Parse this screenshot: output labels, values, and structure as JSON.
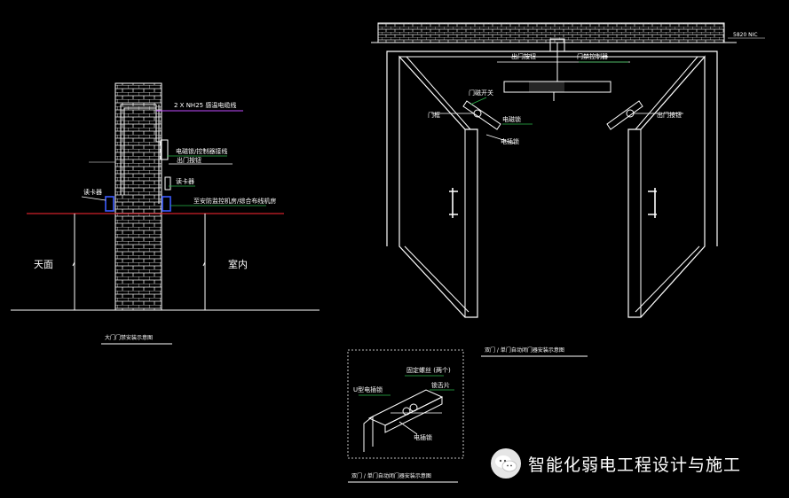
{
  "left_drawing": {
    "top_label": "2 X NH25  感温电缆线",
    "label_1": "电磁锁/控制器接线",
    "label_2": "读卡器",
    "label_3": "读卡器",
    "label_4": "至安防监控机房/综合布线机房",
    "label_5": "出门按钮",
    "label_outside": "天面",
    "label_inside": "室内",
    "caption": "大门门禁安装示意图"
  },
  "right_drawing": {
    "ceiling_label": "5820 NIC",
    "label_top": "门禁控制器",
    "label_left_a": "门磁开关",
    "label_left_b": "电磁锁",
    "label_left_c": "电插锁",
    "label_right": "出门按钮",
    "label_far_left": "门框",
    "label_far_right": "出门按钮",
    "caption": "双门  / 单门自动闭门器安装示意图"
  },
  "detail_drawing": {
    "label_top": "固定螺丝  (两个)",
    "label_left": "U型电插锁",
    "label_right": "锁舌片",
    "label_bottom": "电插锁",
    "caption": "双门  / 单门自动闭门器安装示意图"
  },
  "watermark": {
    "icon": "wechat-icon",
    "text": "智能化弱电工程设计与施工"
  },
  "colors": {
    "background": "#000000",
    "line": "#ffffff",
    "annotation_green": "#2bb84a",
    "annotation_magenta": "#c24cff",
    "floor_red": "#d0202a",
    "device_blue": "#3b5bff"
  }
}
